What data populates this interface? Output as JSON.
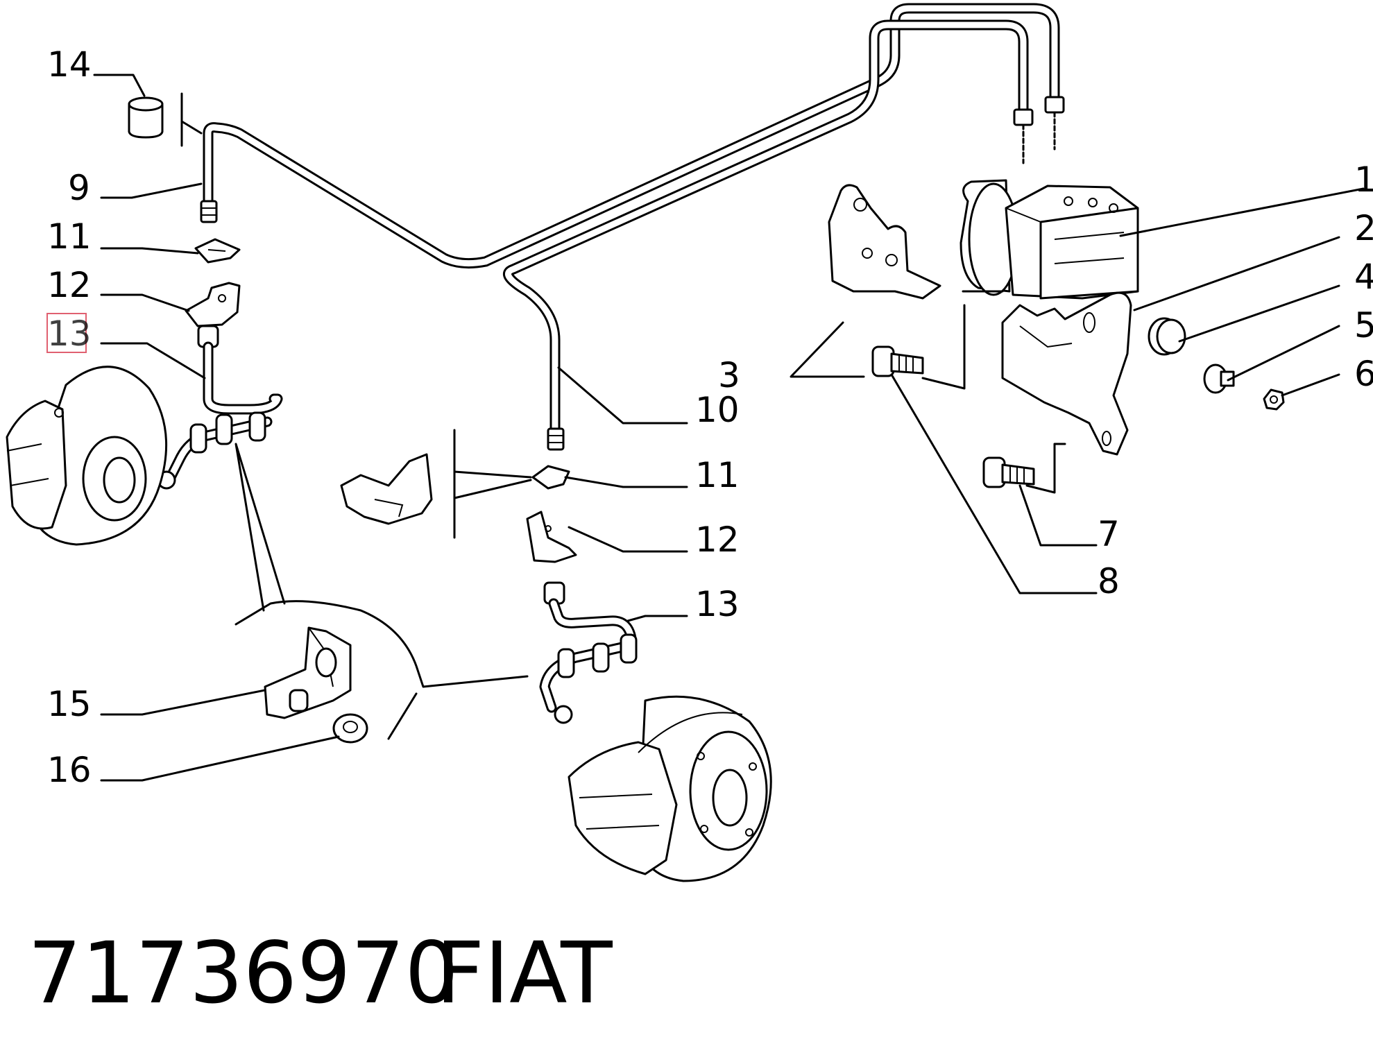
{
  "callouts": [
    "1",
    "2",
    "3",
    "4",
    "5",
    "6",
    "7",
    "8",
    "9",
    "10",
    "11",
    "12",
    "13",
    "14",
    "15",
    "16"
  ],
  "footer": {
    "part_number": "71736970",
    "brand": "FIAT"
  }
}
